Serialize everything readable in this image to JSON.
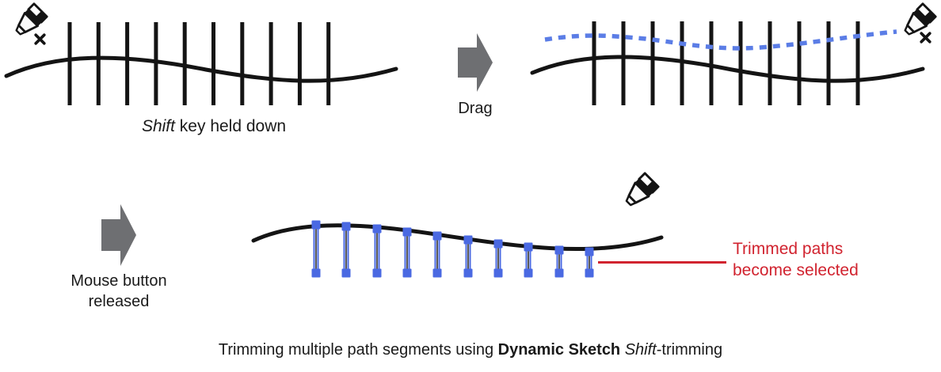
{
  "figure": {
    "caption_pre": "Trimming multiple path segments using ",
    "caption_bold": "Dynamic Sketch",
    "caption_mid": " ",
    "caption_italic": "Shift",
    "caption_post": "-trimming"
  },
  "step1": {
    "caption_italic": "Shift",
    "caption_rest": " key held down",
    "grid_line_count": 10
  },
  "drag_arrow": {
    "label": "Drag"
  },
  "step2": {
    "grid_line_count": 10
  },
  "release_arrow": {
    "label_line1": "Mouse button",
    "label_line2": "released"
  },
  "step3": {
    "segment_count": 10
  },
  "callout": {
    "line1": "Trimmed paths",
    "line2": "become selected"
  },
  "icons": {
    "pen": "sketch-pen",
    "cancel": "x-mark"
  },
  "colors": {
    "ink": "#141414",
    "selection_blue": "#4a69e2",
    "drag_dash_blue": "#5b7de6",
    "callout_red": "#d1232f",
    "arrow_gray": "#6e6f72",
    "background": "#ffffff"
  }
}
